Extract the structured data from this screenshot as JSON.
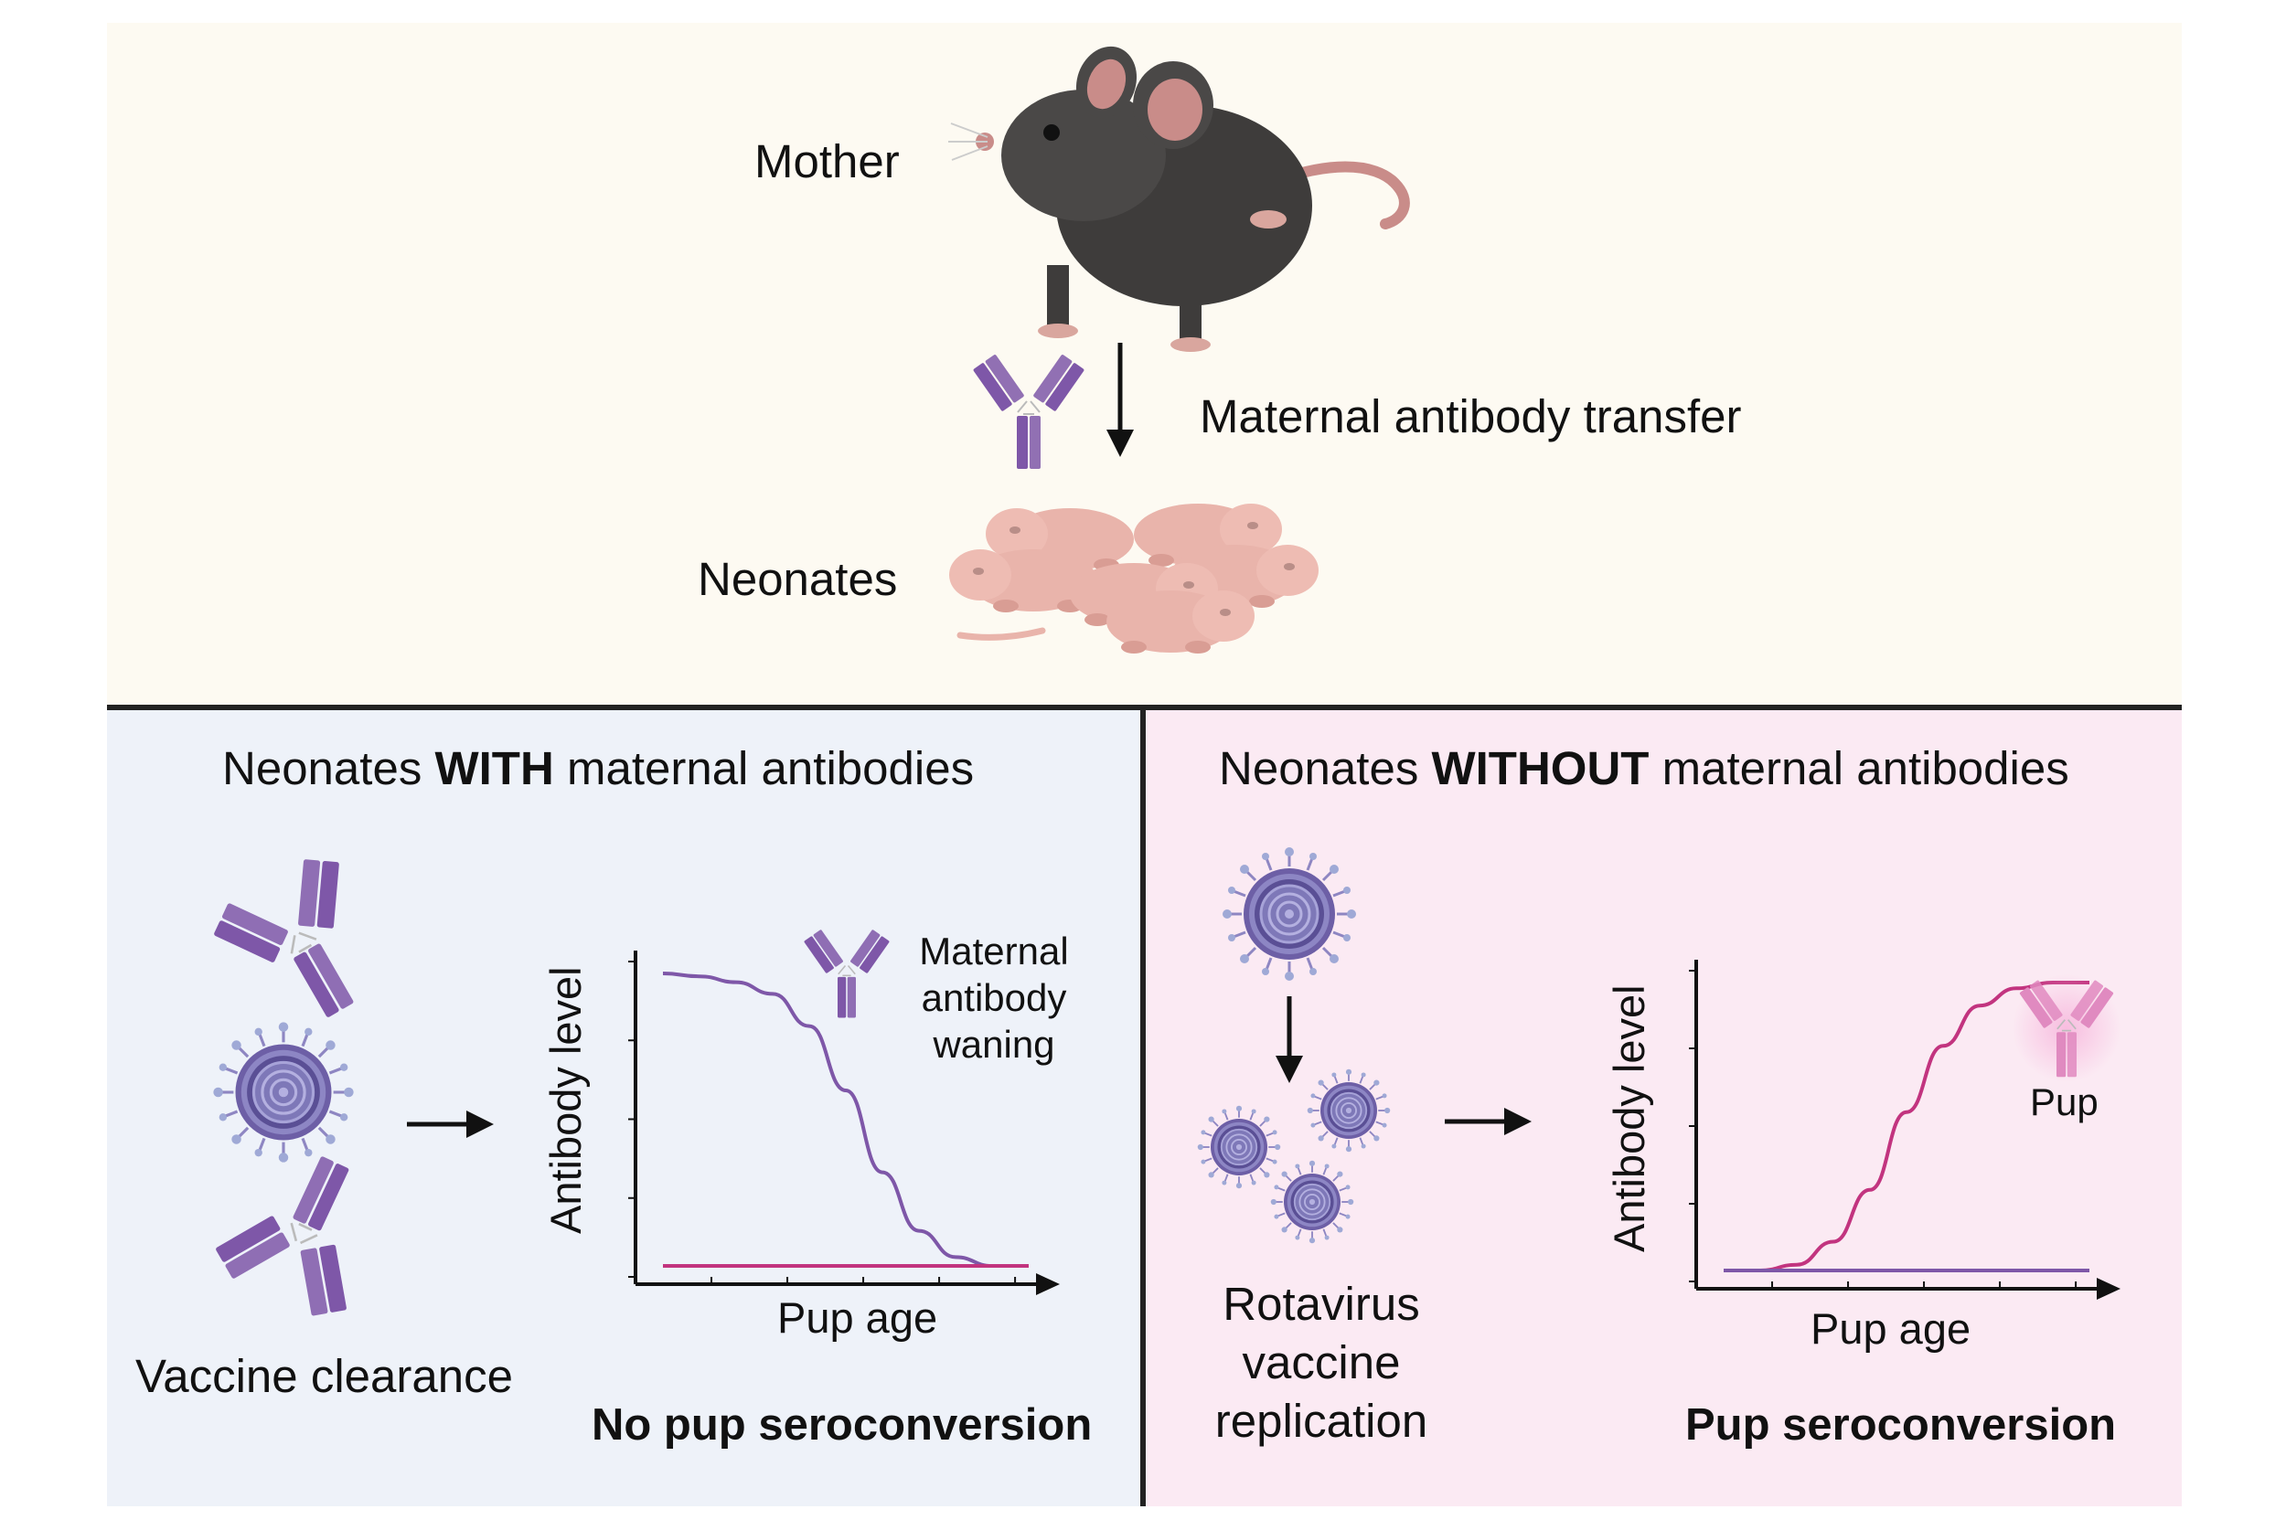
{
  "top": {
    "mother_label": "Mother",
    "transfer_label": "Maternal antibody transfer",
    "neonates_label": "Neonates"
  },
  "left": {
    "heading_pre": "Neonates ",
    "heading_bold": "WITH",
    "heading_post": " maternal antibodies",
    "clearance_label": "Vaccine clearance",
    "annotation": "Maternal antibody waning",
    "outcome": "No pup seroconversion",
    "chart": {
      "ylabel": "Antibody level",
      "xlabel": "Pup age"
    }
  },
  "right": {
    "heading_pre": "Neonates ",
    "heading_bold": "WITHOUT",
    "heading_post": " maternal antibodies",
    "replication_label": "Rotavirus vaccine replication",
    "annotation": "Pup",
    "outcome": "Pup seroconversion",
    "chart": {
      "ylabel": "Antibody level",
      "xlabel": "Pup age"
    }
  },
  "colors": {
    "maternal_antibody": "#7e57a8",
    "pup_antibody": "#c2347f",
    "virus": "#6d5fa6",
    "mouse_body": "#3e3c3b",
    "mouse_pink": "#e9b4ab"
  },
  "chart_data": [
    {
      "type": "line",
      "xlabel": "Pup age",
      "ylabel": "Antibody level",
      "series": [
        {
          "color": "#7e57a8",
          "x": [
            0,
            1,
            2,
            3,
            4,
            5,
            6,
            7,
            8,
            9,
            10
          ],
          "y": [
            1.0,
            0.99,
            0.97,
            0.93,
            0.82,
            0.6,
            0.32,
            0.12,
            0.03,
            0.0,
            0.0
          ]
        },
        {
          "color": "#c2347f",
          "x": [
            0,
            10
          ],
          "y": [
            0.0,
            0.0
          ]
        }
      ]
    },
    {
      "type": "line",
      "xlabel": "Pup age",
      "ylabel": "Antibody level",
      "series": [
        {
          "color": "#c2347f",
          "x": [
            0,
            1,
            2,
            3,
            4,
            5,
            6,
            7,
            8,
            9,
            10
          ],
          "y": [
            0.0,
            0.0,
            0.02,
            0.1,
            0.28,
            0.55,
            0.78,
            0.92,
            0.98,
            1.0,
            1.0
          ]
        },
        {
          "color": "#7e57a8",
          "x": [
            0,
            10
          ],
          "y": [
            0.0,
            0.0
          ]
        }
      ]
    }
  ]
}
